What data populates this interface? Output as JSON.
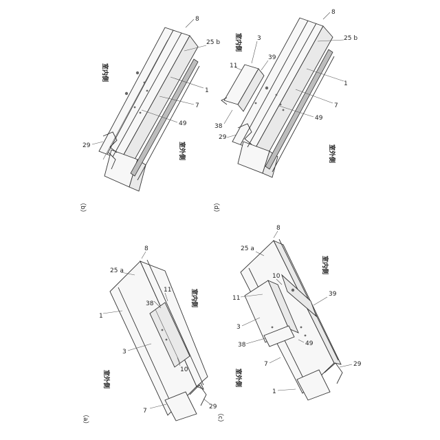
{
  "figure": {
    "panels": [
      {
        "id": "a",
        "caption": "（a）",
        "side_labels": {
          "indoor": "室内側",
          "outdoor": "室外側"
        },
        "callouts": [
          "8",
          "25 a",
          "1",
          "38",
          "11",
          "3",
          "10",
          "7",
          "29"
        ]
      },
      {
        "id": "b",
        "caption": "（b）",
        "side_labels": {
          "indoor": "室内側",
          "outdoor": "室外側"
        },
        "callouts": [
          "8",
          "25 b",
          "1",
          "7",
          "49",
          "29"
        ]
      },
      {
        "id": "c",
        "caption": "（c）",
        "side_labels": {
          "indoor": "室内側",
          "outdoor": "室外側"
        },
        "callouts": [
          "8",
          "25 a",
          "11",
          "10",
          "39",
          "3",
          "38",
          "49",
          "7",
          "1",
          "29"
        ]
      },
      {
        "id": "d",
        "caption": "（d）",
        "side_labels": {
          "indoor": "室内側",
          "outdoor": "室外側"
        },
        "callouts": [
          "8",
          "3",
          "25 b",
          "39",
          "11",
          "1",
          "7",
          "49",
          "38",
          "29"
        ]
      }
    ]
  }
}
